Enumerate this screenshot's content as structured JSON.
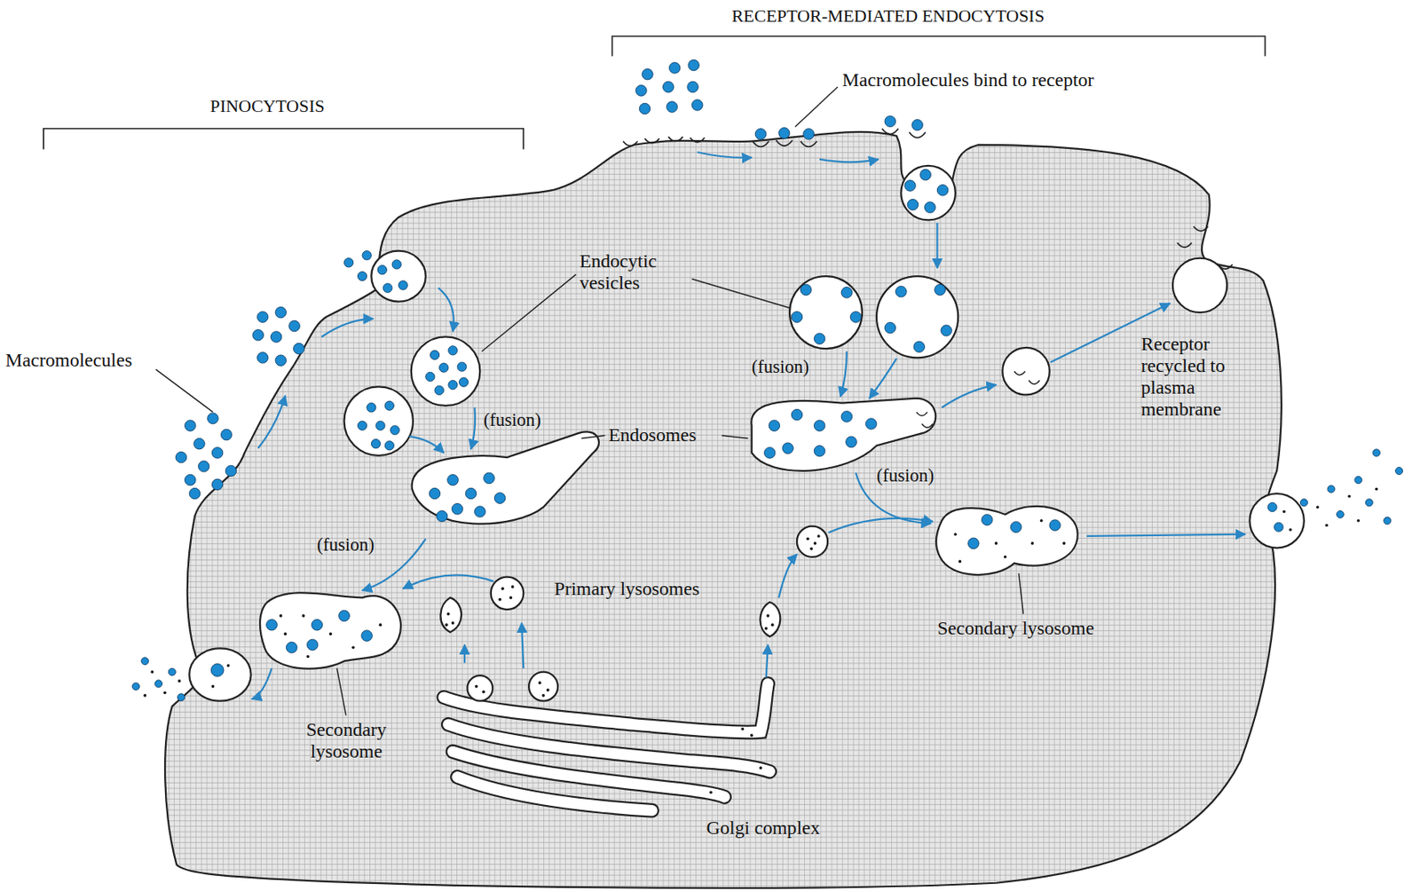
{
  "diagram": {
    "labels": [
      "RECEPTOR-MEDIATED ENDOCYTOSIS",
      "Macromolecules bind to receptor",
      "PINOCYTOSIS",
      "Endocytic vesicles",
      "Macromolecules",
      "(fusion)",
      "Endosomes",
      "(fusion)",
      "Receptor recycled to plasma membrane",
      "(fusion)",
      "(fusion)",
      "Primary lysosomes",
      "Secondary lysosome",
      "Secondary lysosome",
      "Golgi complex"
    ]
  }
}
